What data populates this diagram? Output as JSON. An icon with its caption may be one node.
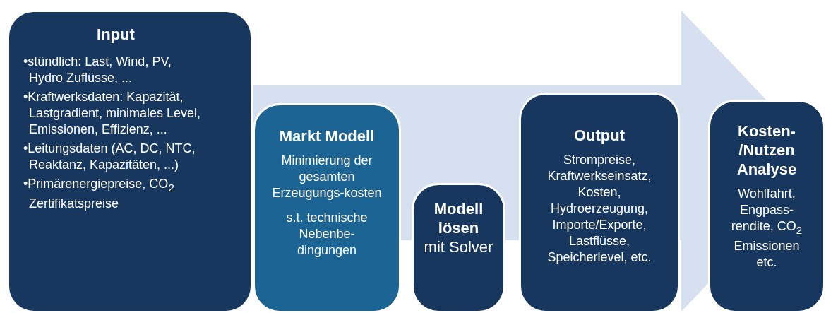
{
  "diagram": {
    "nodes": [
      {
        "text": [
          "Input",
          "•stündlich: Last, Wind, PV, Hydro Zuflüsse, ...",
          "•Kraftwerksdaten: Kapazität, Lastgradient, minimales Level, Emissionen, Effizienz, ...",
          "•Leitungsdaten (AC, DC, NTC, Reaktanz, Kapazitäten, ...)",
          "•Primärenergiepreise, CO$_{2}$ Zertifikatspreise"
        ]
      },
      {
        "text": [
          "Markt Modell",
          "Minimierung der gesamten Erzeugungs-kosten",
          "s.t. technische Nebenbe-dingungen"
        ]
      },
      {
        "text": [
          "Modell lösen",
          "mit Solver"
        ]
      },
      {
        "text": [
          "Output",
          "Strompreise, Kraftwerkseinsatz, Kosten, Hydroerzeugung, Importe/Exporte, Lastflüsse, Speicherlevel, etc."
        ]
      },
      {
        "text": [
          "Kosten- /Nutzen Analyse",
          "Wohlfahrt, Engpass-rendite, CO$_{2}$ Emissionen etc."
        ]
      }
    ],
    "edges": [
      {
        "from": 0,
        "to": 4,
        "arrow": "to"
      }
    ]
  }
}
